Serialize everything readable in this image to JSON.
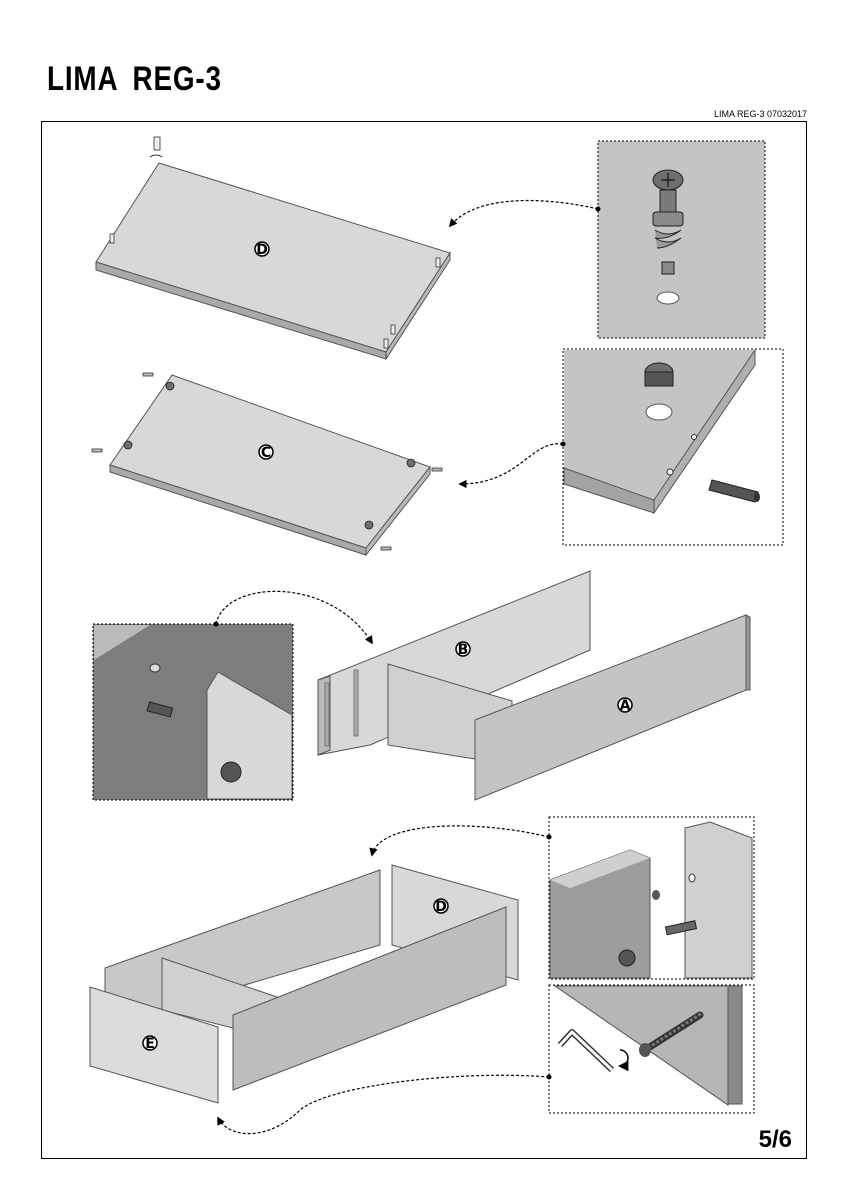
{
  "header": {
    "title": "LIMA REG-3",
    "doc_code": "LIMA REG-3 07032017"
  },
  "footer": {
    "page": "5/6"
  },
  "parts": {
    "a": "A",
    "b": "B",
    "c": "C",
    "d": "D",
    "e": "E"
  },
  "colors": {
    "panel": "#d8d8d8",
    "panel_edge": "#a9a9a9",
    "panel_dark": "#9b9b9b",
    "detail_bg": "#c4c4c4",
    "detail_dark": "#7d7d7d",
    "line": "#000000"
  }
}
